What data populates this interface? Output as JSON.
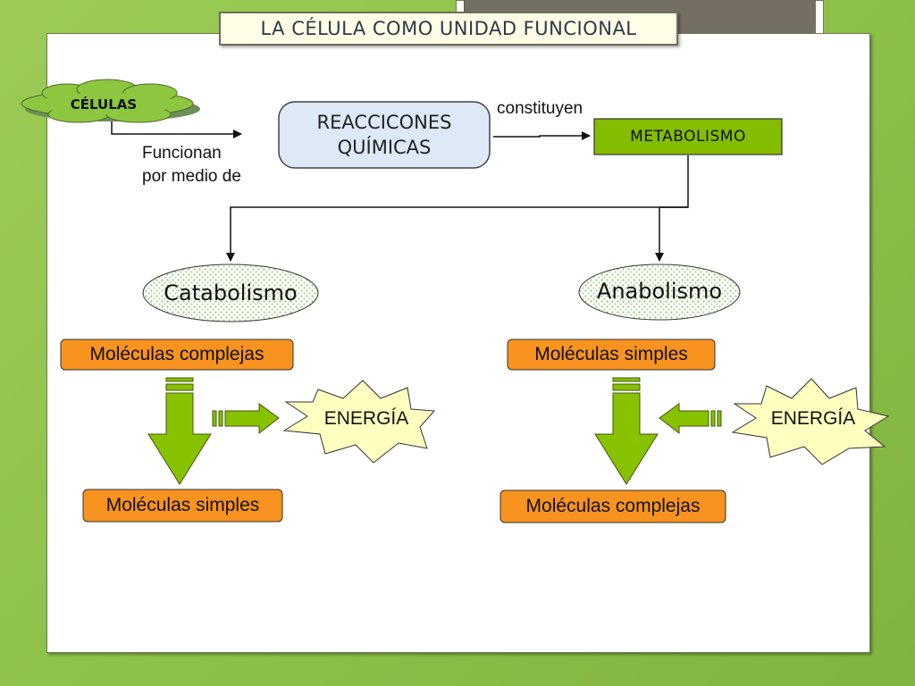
{
  "title": "LA CÉLULA COMO UNIDAD FUNCIONAL",
  "nodes": {
    "celulas": "CÉLULAS",
    "reacciones": "REACCICONES\nQUÍMICAS",
    "metabolismo": "METABOLISMO",
    "catabolismo": "Catabolismo",
    "anabolismo": "Anabolismo",
    "cat_input": "Moléculas complejas",
    "cat_output": "Moléculas simples",
    "cat_energy": "ENERGÍA",
    "ana_input": "Moléculas simples",
    "ana_output": "Moléculas complejas",
    "ana_energy": "ENERGÍA"
  },
  "links": {
    "funcionan_line1": "Funcionan",
    "funcionan_line2": "por medio de",
    "constituyen": "constituyen"
  },
  "colors": {
    "background_green": "#8fc24a",
    "metabolismo_fill": "#84bd00",
    "molecule_box_fill": "#f7931e",
    "energy_fill": "#ffffc0",
    "arrow_fill": "#88c100",
    "reacciones_fill": "#dde9f7",
    "oval_pattern": "#bfe0a0"
  }
}
